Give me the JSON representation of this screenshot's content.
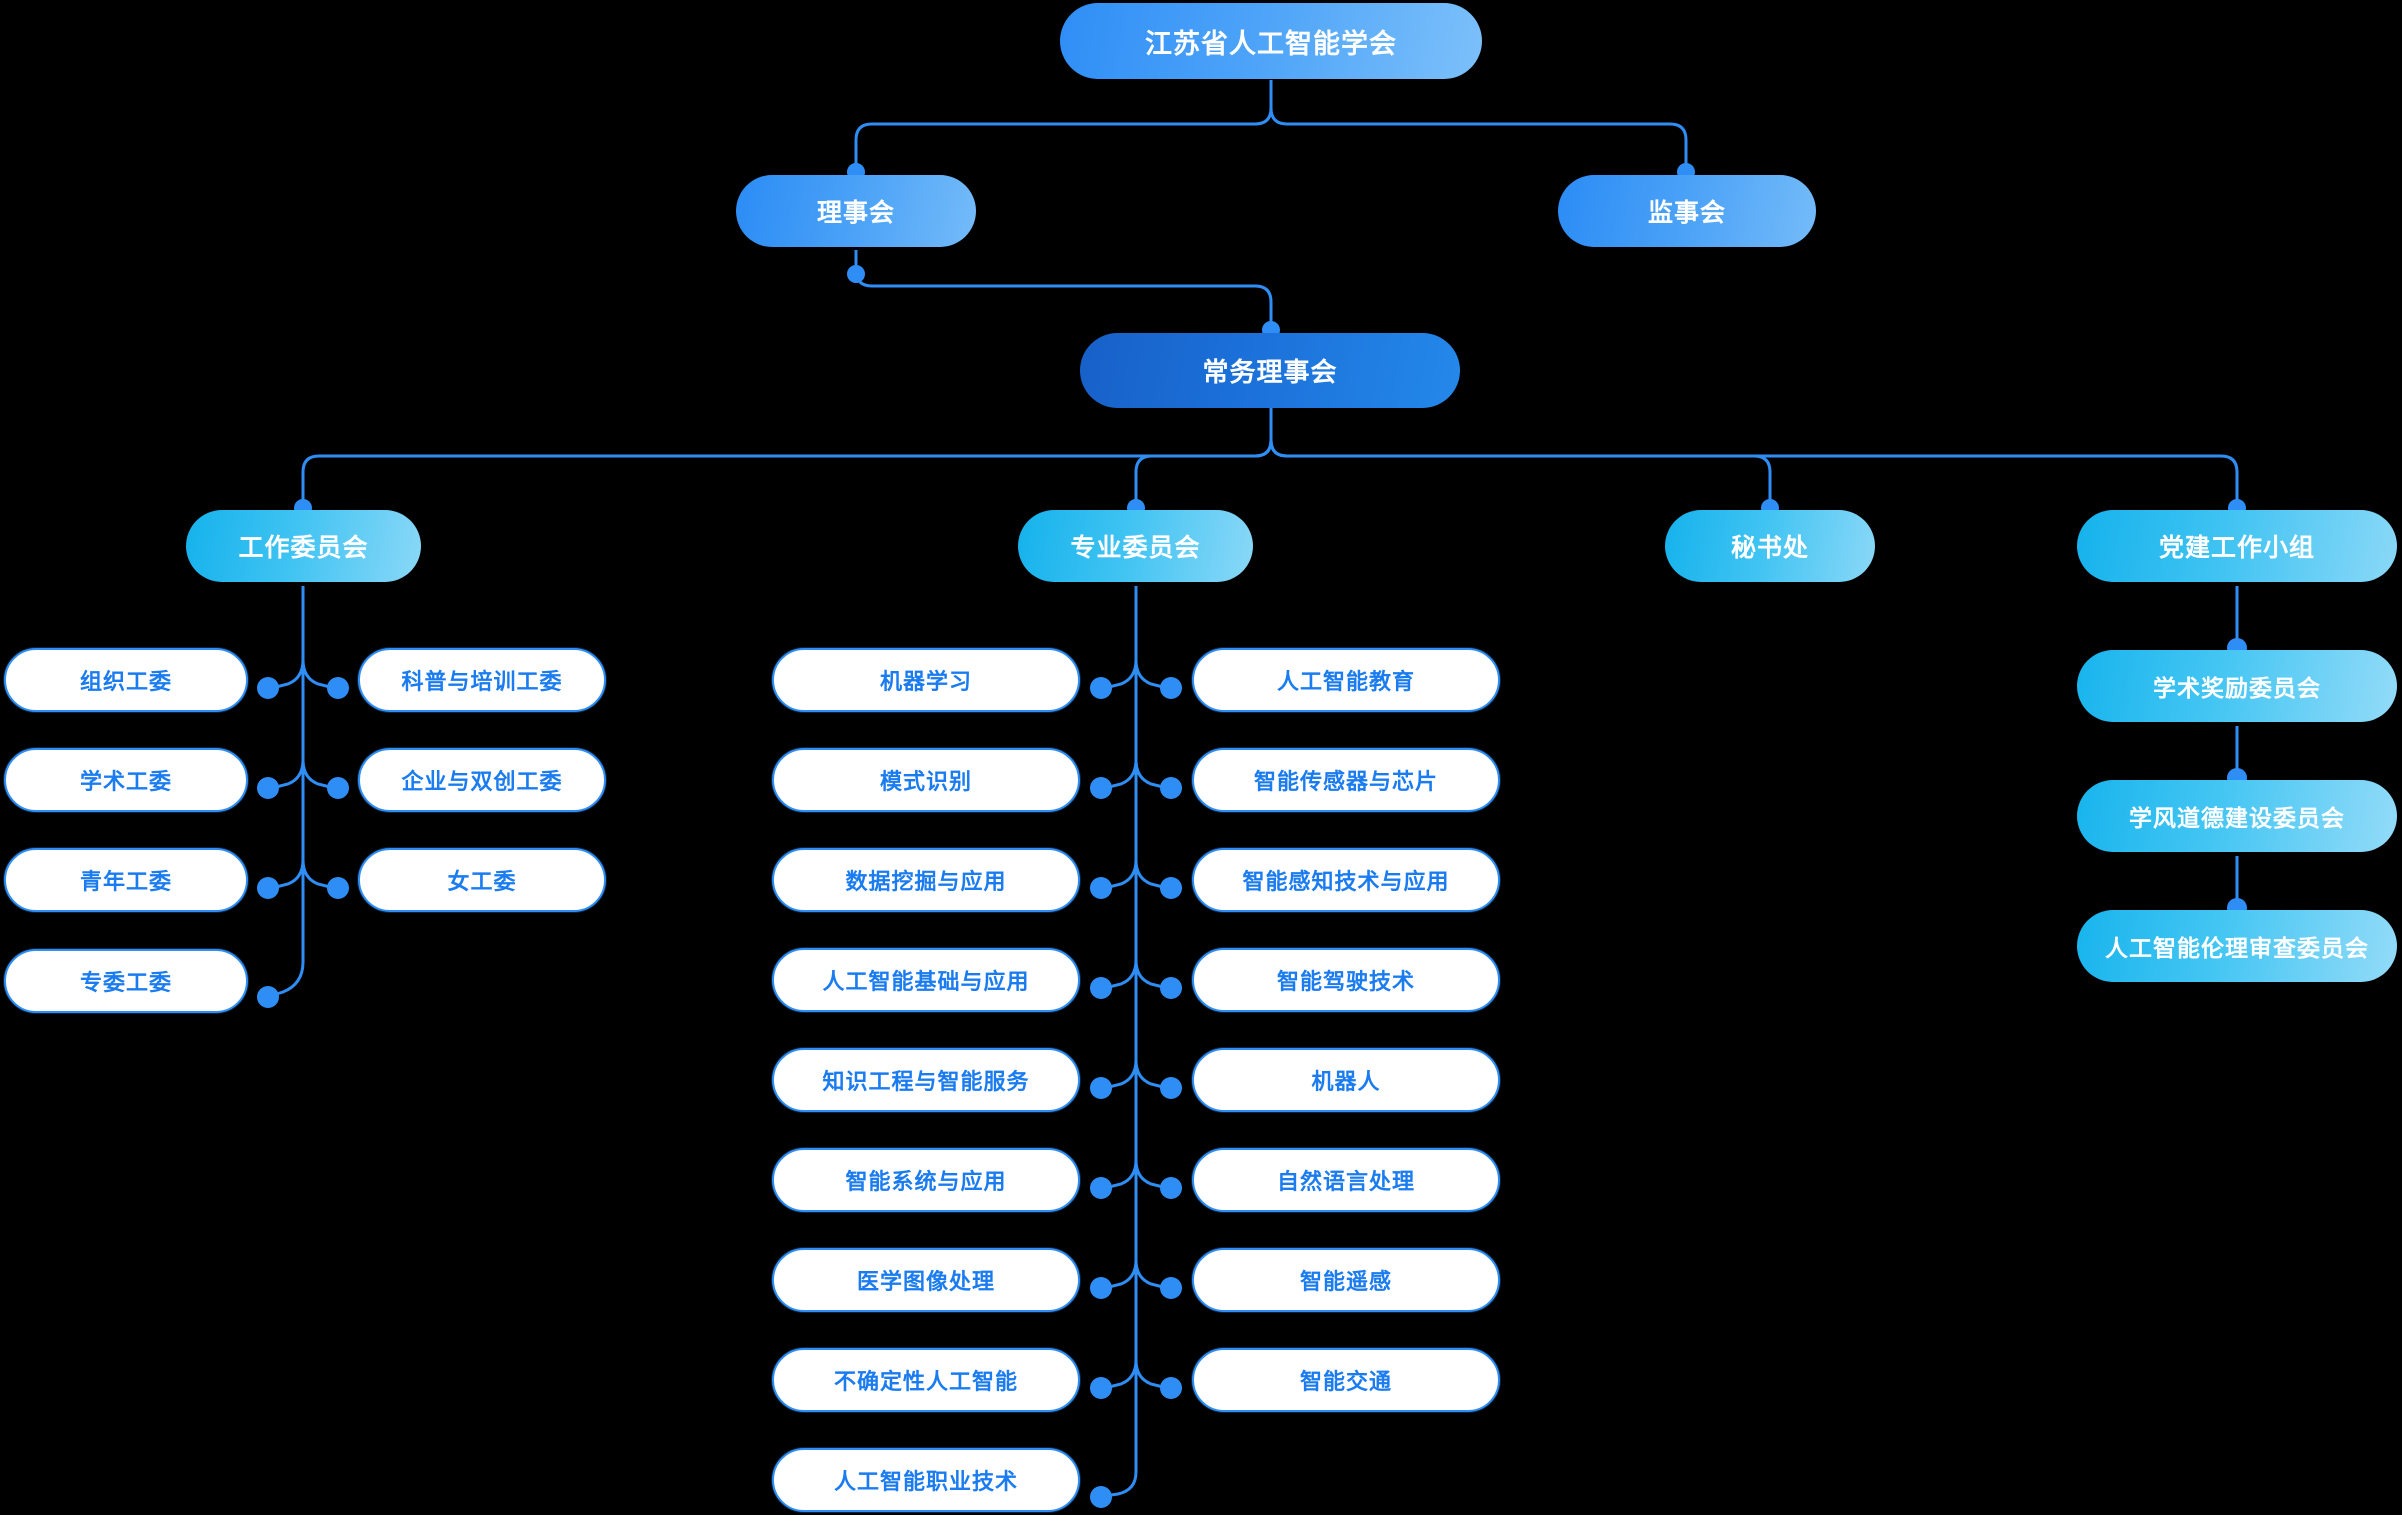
{
  "meta": {
    "background": "#000000",
    "accent": "#2f8ef6",
    "cyan": "#15b2ec",
    "leaf_text": "#1a7cf0",
    "title": "江苏省人工智能学会组织架构图"
  },
  "chart_data": {
    "type": "diagram",
    "subtype": "organization-chart",
    "title": "江苏省人工智能学会",
    "orientation": "top-down",
    "levels": 5
  },
  "root": {
    "label": "江苏省人工智能学会"
  },
  "level2": [
    {
      "label": "理事会"
    },
    {
      "label": "监事会"
    }
  ],
  "level3": {
    "label": "常务理事会"
  },
  "level4": [
    {
      "label": "工作委员会"
    },
    {
      "label": "专业委员会"
    },
    {
      "label": "秘书处"
    },
    {
      "label": "党建工作小组"
    }
  ],
  "work_committee_children": {
    "left": [
      {
        "label": "组织工委"
      },
      {
        "label": "学术工委"
      },
      {
        "label": "青年工委"
      },
      {
        "label": "专委工委"
      }
    ],
    "right": [
      {
        "label": "科普与培训工委"
      },
      {
        "label": "企业与双创工委"
      },
      {
        "label": "女工委"
      }
    ]
  },
  "professional_committee_children": {
    "left": [
      {
        "label": "机器学习"
      },
      {
        "label": "模式识别"
      },
      {
        "label": "数据挖掘与应用"
      },
      {
        "label": "人工智能基础与应用"
      },
      {
        "label": "知识工程与智能服务"
      },
      {
        "label": "智能系统与应用"
      },
      {
        "label": "医学图像处理"
      },
      {
        "label": "不确定性人工智能"
      },
      {
        "label": "人工智能职业技术"
      }
    ],
    "right": [
      {
        "label": "人工智能教育"
      },
      {
        "label": "智能传感器与芯片"
      },
      {
        "label": "智能感知技术与应用"
      },
      {
        "label": "智能驾驶技术"
      },
      {
        "label": "机器人"
      },
      {
        "label": "自然语言处理"
      },
      {
        "label": "智能遥感"
      },
      {
        "label": "智能交通"
      }
    ]
  },
  "party_group_children": [
    {
      "label": "学术奖励委员会"
    },
    {
      "label": "学风道德建设委员会"
    },
    {
      "label": "人工智能伦理审查委员会"
    }
  ]
}
